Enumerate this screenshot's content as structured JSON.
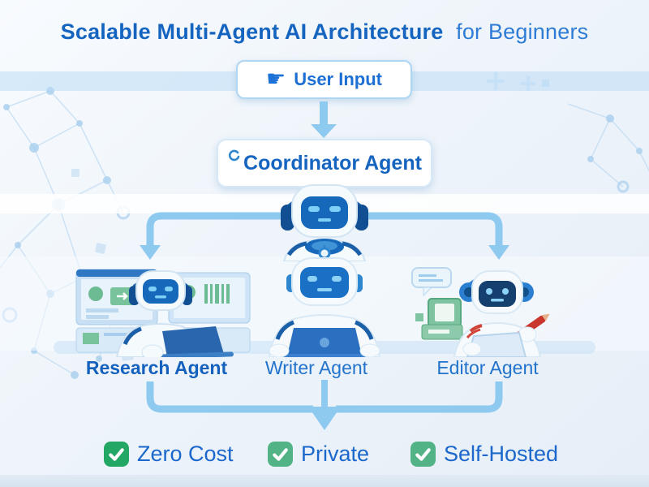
{
  "title": {
    "main": "Scalable Multi-Agent AI Architecture",
    "suffix": "for Beginners"
  },
  "flow": {
    "user_input": {
      "label": "User Input",
      "icon_glyph": "☛"
    },
    "coordinator": {
      "label": "Coordinator Agent"
    },
    "agents": [
      {
        "label": "Research Agent"
      },
      {
        "label": "Writer Agent"
      },
      {
        "label": "Editor Agent"
      }
    ]
  },
  "benefits": [
    {
      "label": "Zero Cost",
      "color": "#23a765"
    },
    {
      "label": "Private",
      "color": "#52b386"
    },
    {
      "label": "Self-Hosted",
      "color": "#52b386"
    }
  ],
  "colors": {
    "title_primary": "#1565c0",
    "title_secondary": "#2e7cd6",
    "arrow_blue": "#8ec9f0",
    "box_border": "#aed5f2",
    "robot_face_blue": "#1668ba",
    "check_white": "#ffffff",
    "label_blue": "#2273cc",
    "background": "#eef4fa"
  }
}
